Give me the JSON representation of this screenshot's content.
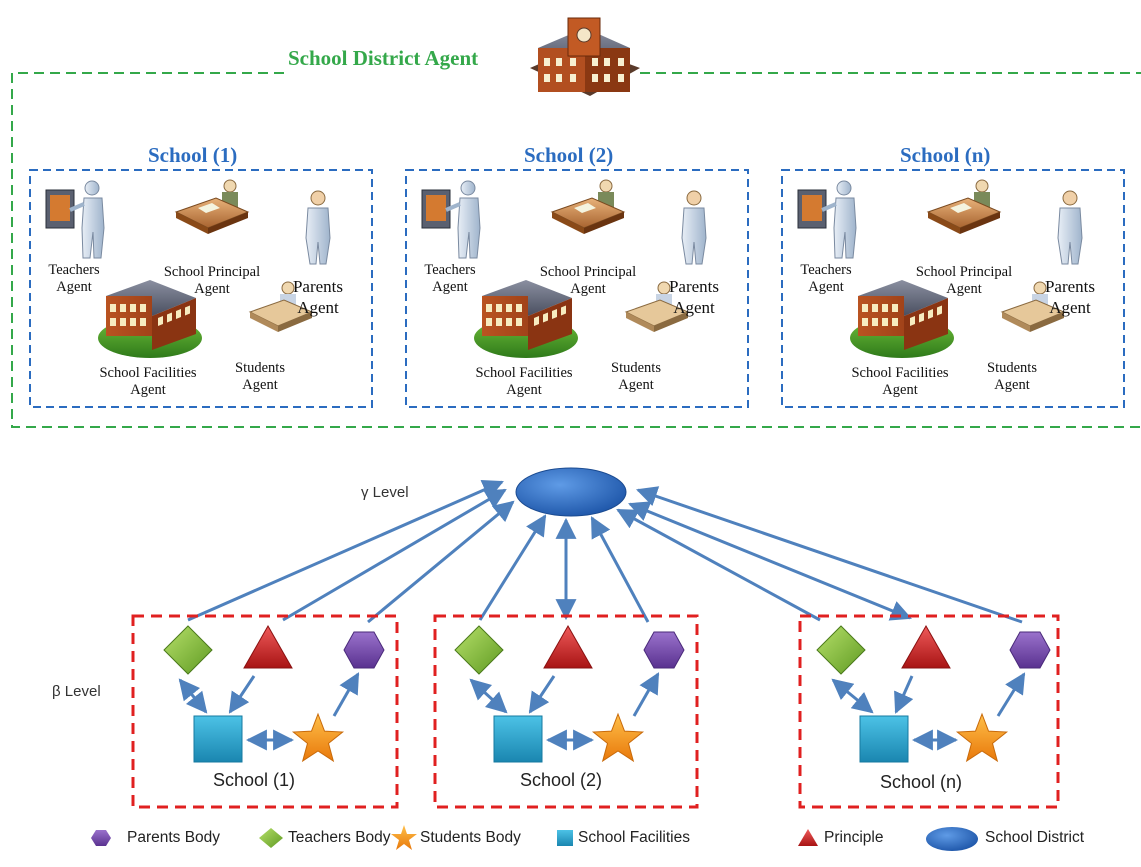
{
  "district": {
    "title": "School District Agent"
  },
  "top_schools": [
    {
      "title": "School (1)"
    },
    {
      "title": "School (2)"
    },
    {
      "title": "School (n)"
    }
  ],
  "agents": {
    "teachers": [
      "Teachers",
      "Agent"
    ],
    "principal": [
      "School Principal",
      "Agent"
    ],
    "parents": [
      "Parents",
      "Agent"
    ],
    "facilities": [
      "School Facilities",
      "Agent"
    ],
    "students": [
      "Students",
      "Agent"
    ]
  },
  "levels": {
    "gamma": "γ Level",
    "beta": "β Level"
  },
  "bottom_schools": [
    {
      "label": "School (1)"
    },
    {
      "label": "School (2)"
    },
    {
      "label": "School (n)"
    }
  ],
  "legend": [
    {
      "label": "Parents Body",
      "shape": "hexagon",
      "color": "#7a4fb0"
    },
    {
      "label": "Teachers Body",
      "shape": "diamond",
      "color": "#8cc63f"
    },
    {
      "label": "Students Body",
      "shape": "star",
      "color": "#f7941d"
    },
    {
      "label": "School Facilities",
      "shape": "square",
      "color": "#29a3c8"
    },
    {
      "label": "Principle",
      "shape": "triangle",
      "color": "#d62b2b"
    },
    {
      "label": "School District",
      "shape": "ellipse",
      "color": "#2f6fc7"
    }
  ],
  "colors": {
    "district_border": "#34a84a",
    "school_border": "#2b6cc0",
    "beta_border": "#e02020",
    "arrow": "#4f81bd"
  }
}
